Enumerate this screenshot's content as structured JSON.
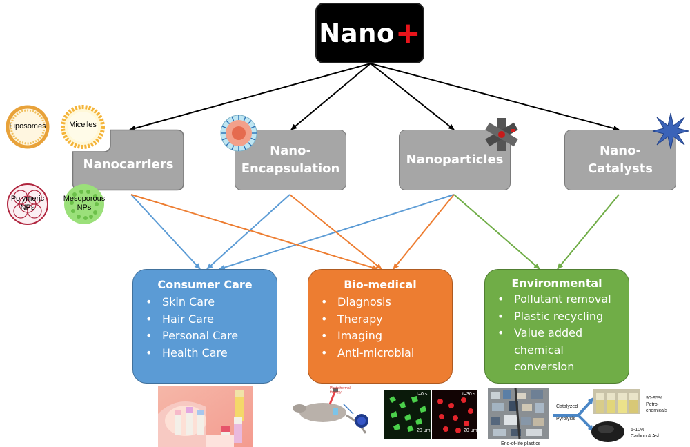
{
  "root": {
    "text": "Nano",
    "plus": "+"
  },
  "categories": [
    {
      "id": "nanocarriers",
      "label": "Nanocarriers"
    },
    {
      "id": "encapsulation",
      "line1": "Nano-",
      "line2": "Encapsulation"
    },
    {
      "id": "nanoparticles",
      "label": "Nanoparticles"
    },
    {
      "id": "catalysts",
      "line1": "Nano-",
      "line2": "Catalysts"
    }
  ],
  "carrier_types": [
    {
      "label": "Liposomes"
    },
    {
      "label": "Micelles"
    },
    {
      "line1": "Polymeric",
      "line2": "NPs"
    },
    {
      "line1": "Mesoporous",
      "line2": "NPs"
    }
  ],
  "applications": [
    {
      "title": "Consumer Care",
      "color": "#5b9bd5",
      "items": [
        "Skin Care",
        "Hair Care",
        "Personal Care",
        "Health Care"
      ]
    },
    {
      "title": "Bio-medical",
      "color": "#ed7d31",
      "items": [
        "Diagnosis",
        "Therapy",
        "Imaging",
        "Anti-microbial"
      ]
    },
    {
      "title": "Environmental",
      "color": "#70ad47",
      "items": [
        "Pollutant removal",
        "Plastic recycling",
        "Value added chemical conversion"
      ]
    }
  ],
  "image_labels": {
    "photothermal": "Photothermal therapy",
    "t0": "t=0 s",
    "t30": "t=30 s",
    "scale": "20 μm",
    "catalyzed": "Catalyzed",
    "pyrolysis": "Pyrolysis",
    "petro_pct": "90-95%",
    "petro_line1": "Petro-",
    "petro_line2": "chemicals",
    "carbon_pct": "5-10%",
    "carbon_label": "Carbon & Ash",
    "plastics": "End-of-life plastics"
  },
  "colors": {
    "category_fill": "#a6a6a6",
    "blue_arrow": "#5b9bd5",
    "orange_arrow": "#ed7d31",
    "green_arrow": "#70ad47",
    "black_arrow": "#000000"
  }
}
